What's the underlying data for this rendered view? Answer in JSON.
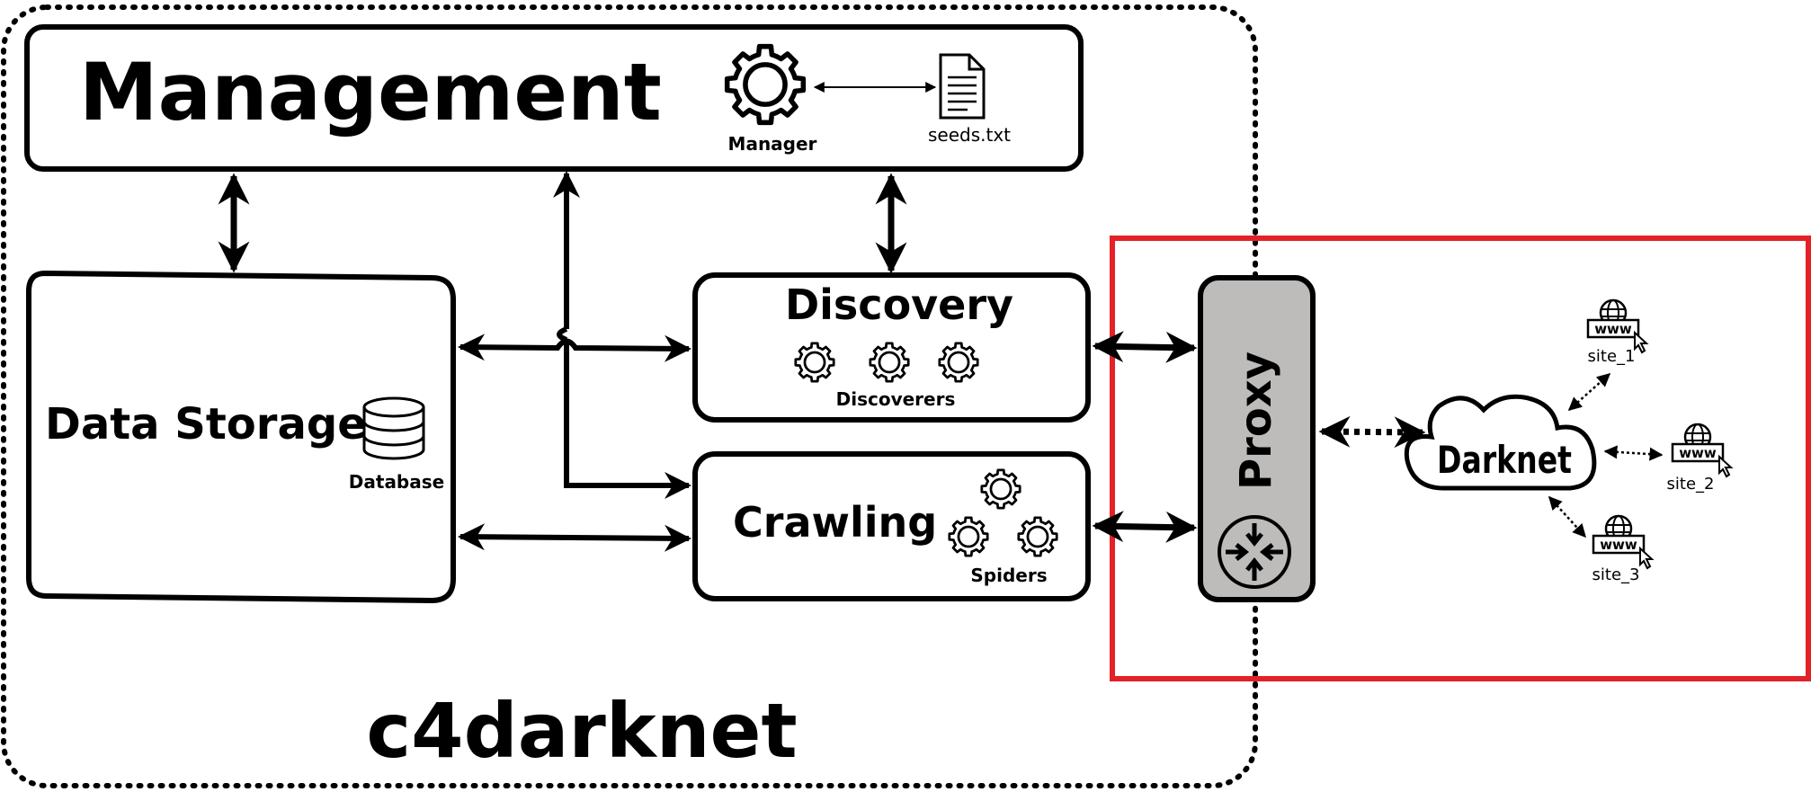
{
  "system_name": "c4darknet",
  "modules": {
    "management": {
      "title": "Management",
      "manager_label": "Manager",
      "seeds_label": "seeds.txt"
    },
    "data_storage": {
      "title": "Data Storage",
      "database_label": "Database"
    },
    "discovery": {
      "title": "Discovery",
      "discoverers_label": "Discoverers"
    },
    "crawling": {
      "title": "Crawling",
      "spiders_label": "Spiders"
    },
    "proxy": {
      "title": "Proxy"
    }
  },
  "network": {
    "cloud_label": "Darknet",
    "sites": [
      "site_1",
      "site_2",
      "site_3"
    ]
  },
  "icons": {
    "gear": "gear-icon",
    "document": "document-icon",
    "database": "database-icon",
    "router": "router-icon",
    "website": "www-icon",
    "cloud": "cloud-icon"
  },
  "colors": {
    "highlight_border": "#e32227",
    "proxy_fill": "#bdbcbb",
    "stroke": "#000000"
  }
}
